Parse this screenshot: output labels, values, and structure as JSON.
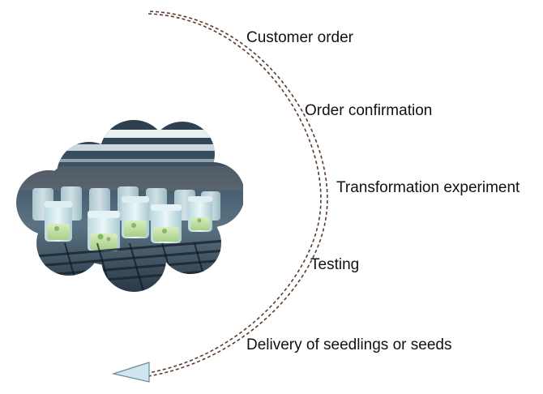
{
  "process": {
    "steps": [
      {
        "label": "Customer order"
      },
      {
        "label": "Order confirmation"
      },
      {
        "label": "Transformation experiment"
      },
      {
        "label": "Testing"
      },
      {
        "label": "Delivery of seedlings or seeds"
      }
    ]
  },
  "colors": {
    "flow_line": "#5a3b2c",
    "arrow_fill": "#cfe6ef",
    "arrow_stroke": "#6a8c9c",
    "text": "#111111"
  },
  "icons": {
    "photo": "plant-tissue-culture-jars-photo",
    "arrow": "arrowhead-left-icon"
  }
}
